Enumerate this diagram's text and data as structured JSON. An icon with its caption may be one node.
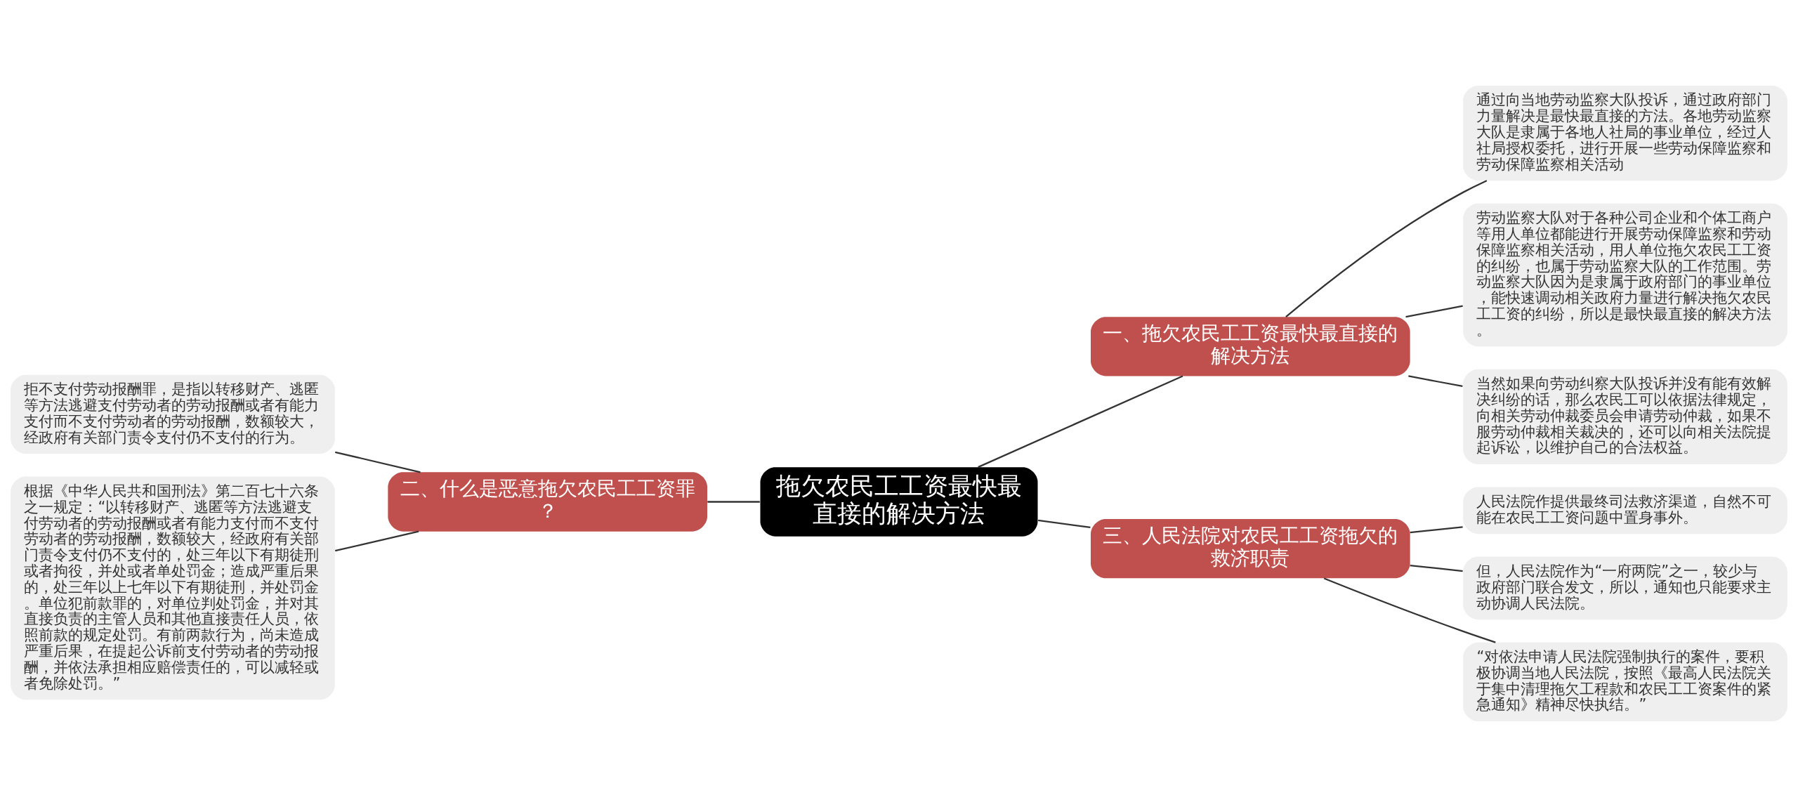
{
  "diagram": {
    "nodes": [
      {
        "text": [
          "拖欠农民工工资最快最直接的解决方法"
        ]
      },
      {
        "text": [
          "一、拖欠农民工工资最快最直接的解决方法"
        ]
      },
      {
        "text": [
          "通过向当地劳动监察大队投诉，通过政府部门力量解决是最快最直接的方法。各地劳动监察大队是隶属于各地人社局的事业单位，经过人社局授权委托，进行开展一些劳动保障监察和劳动保障监察相关活动"
        ]
      },
      {
        "text": [
          "劳动监察大队对于各种公司企业和个体工商户等用人单位都能进行开展劳动保障监察和劳动保障监察相关活动，用人单位拖欠农民工工资的纠纷，也属于劳动监察大队的工作范围。劳动监察大队因为是隶属于政府部门的事业单位，能快速调动相关政府力量进行解决拖欠农民工工资的纠纷，所以是最快最直接的解决方法。"
        ]
      },
      {
        "text": [
          "当然如果向劳动纠察大队投诉并没有能有效解决纠纷的话，那么农民工可以依据法律规定，向相关劳动仲裁委员会申请劳动仲裁，如果不服劳动仲裁相关裁决的，还可以向相关法院提起诉讼，以维护自己的合法权益。"
        ]
      },
      {
        "text": [
          "二、什么是恶意拖欠农民工工资罪？"
        ]
      },
      {
        "text": [
          "拒不支付劳动报酬罪，是指以转移财产、逃匿等方法逃避支付劳动者的劳动报酬或者有能力支付而不支付劳动者的劳动报酬，数额较大，经政府有关部门责令支付仍不支付的行为。"
        ]
      },
      {
        "text": [
          "根据《中华人民共和国刑法》第二百七十六条之一规定：“以转移财产、逃匿等方法逃避支付劳动者的劳动报酬或者有能力支付而不支付劳动者的劳动报酬，数额较大，经政府有关部门责令支付仍不支付的，处三年以下有期徒刑或者拘役，并处或者单处罚金；造成严重后果的，处三年以上七年以下有期徒刑，并处罚金。单位犯前款罪的，对单位判处罚金，并对其直接负责的主管人员和其他直接责任人员，依照前款的规定处罚。有前两款行为，尚未造成严重后果，在提起公诉前支付劳动者的劳动报酬，并依法承担相应赔偿责任的，可以减轻或者免除处罚。”"
        ]
      },
      {
        "text": [
          "三、人民法院对农民工工资拖欠的救济职责"
        ]
      },
      {
        "text": [
          "人民法院作提供最终司法救济渠道，自然不可能在农民工工资问题中置身事外。"
        ]
      },
      {
        "text": [
          "但，人民法院作为“一府两院”之一，较少与政府部门联合发文，所以，通知也只能要求主动协调人民法院。"
        ]
      },
      {
        "text": [
          "“对依法申请人民法院强制执行的案件，要积极协调当地人民法院，按照《最高人民法院关于集中清理拖欠工程款和农民工工资案件的紧急通知》精神尽快执结。”"
        ]
      }
    ],
    "edges": [
      {
        "from": 0,
        "to": 1,
        "arrow": "none"
      },
      {
        "from": 1,
        "to": 2,
        "arrow": "none"
      },
      {
        "from": 1,
        "to": 3,
        "arrow": "none"
      },
      {
        "from": 1,
        "to": 4,
        "arrow": "none"
      },
      {
        "from": 0,
        "to": 5,
        "arrow": "none"
      },
      {
        "from": 5,
        "to": 6,
        "arrow": "none"
      },
      {
        "from": 5,
        "to": 7,
        "arrow": "none"
      },
      {
        "from": 0,
        "to": 8,
        "arrow": "none"
      },
      {
        "from": 8,
        "to": 9,
        "arrow": "none"
      },
      {
        "from": 8,
        "to": 10,
        "arrow": "none"
      },
      {
        "from": 8,
        "to": 11,
        "arrow": "none"
      }
    ]
  }
}
